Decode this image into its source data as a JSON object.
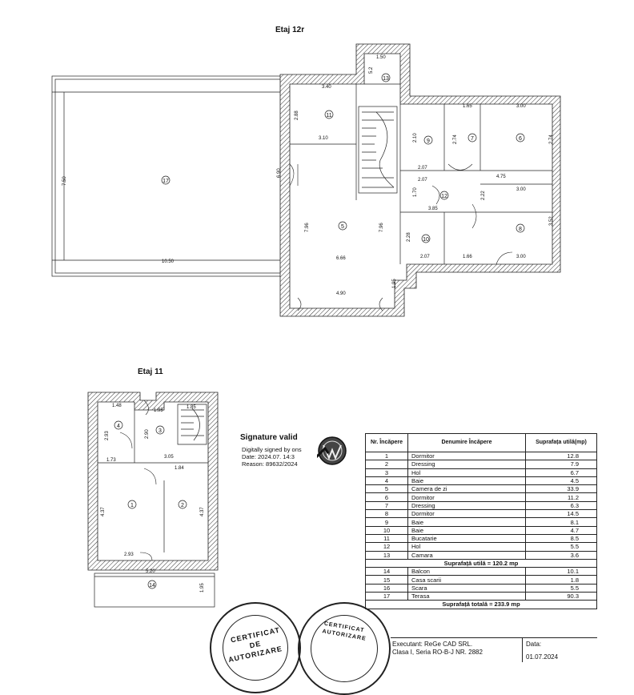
{
  "upper_plan": {
    "title": "Etaj 12r",
    "rooms": [
      "17",
      "11",
      "13",
      "9",
      "7",
      "6",
      "5",
      "12",
      "10",
      "8"
    ],
    "dims": [
      "1.50",
      "5.2",
      "3.40",
      "1.65",
      "3.00",
      "2.88",
      "2.74",
      "2.10",
      "2.74",
      "3.10",
      "2.07",
      "6.90",
      "7.50",
      "2.07",
      "4.75",
      "1.70",
      "3.00",
      "3.85",
      "7.96",
      "7.96",
      "2.22",
      "3.52",
      "2.28",
      "10.50",
      "2.07",
      "1.66",
      "3.00",
      "6.66",
      "1.95",
      "4.90"
    ]
  },
  "lower_plan": {
    "title": "Etaj 11",
    "rooms": [
      "4",
      "3",
      "1",
      "2",
      "14"
    ],
    "dims": [
      "1.48",
      "1.95",
      "1.85",
      "2.93",
      "2.90",
      "1.73",
      "3.05",
      "1.84",
      "4.37",
      "4.37",
      "2.93",
      "5.20",
      "1.95"
    ]
  },
  "signature": {
    "title": "Signature valid",
    "line1": "Digitally signed by ons",
    "line2": "Date: 2024.07.  14:3",
    "line3": "Reason: 89632/2024"
  },
  "table": {
    "headers": [
      "Nr. Încăpere",
      "Denumire Încăpere",
      "Suprafața utilă(mp)"
    ],
    "rows": [
      [
        "1",
        "Dormitor",
        "12.8"
      ],
      [
        "2",
        "Dressing",
        "7.9"
      ],
      [
        "3",
        "Hol",
        "6.7"
      ],
      [
        "4",
        "Baie",
        "4.5"
      ],
      [
        "5",
        "Camera de zi",
        "33.9"
      ],
      [
        "6",
        "Dormitor",
        "11.2"
      ],
      [
        "7",
        "Dressing",
        "6.3"
      ],
      [
        "8",
        "Dormitor",
        "14.5"
      ],
      [
        "9",
        "Baie",
        "8.1"
      ],
      [
        "10",
        "Baie",
        "4.7"
      ],
      [
        "11",
        "Bucatarie",
        "8.5"
      ],
      [
        "12",
        "Hol",
        "5.5"
      ],
      [
        "13",
        "Camara",
        "3.6"
      ]
    ],
    "subtotal": "Suprafață utilă = 120.2 mp",
    "extra_rows": [
      [
        "14",
        "Balcon",
        "10.1"
      ],
      [
        "15",
        "Casa scarii",
        "1.8"
      ],
      [
        "16",
        "Scara",
        "5.5"
      ],
      [
        "17",
        "Terasa",
        "90.3"
      ]
    ],
    "total": "Suprafață totală = 233.9 mp"
  },
  "footer": {
    "executant": "Executant: ReGe CAD SRL.",
    "clasa": "Clasa I, Seria RO-B-J NR. 2882",
    "date_label": "Data:",
    "date_value": "01.07.2024"
  },
  "stamps": {
    "left_a": "CERTIFICAT",
    "left_b": "DE",
    "left_c": "AUTORIZARE",
    "right_a": "CERTIFICAT",
    "right_b": "AUTORIZARE"
  }
}
